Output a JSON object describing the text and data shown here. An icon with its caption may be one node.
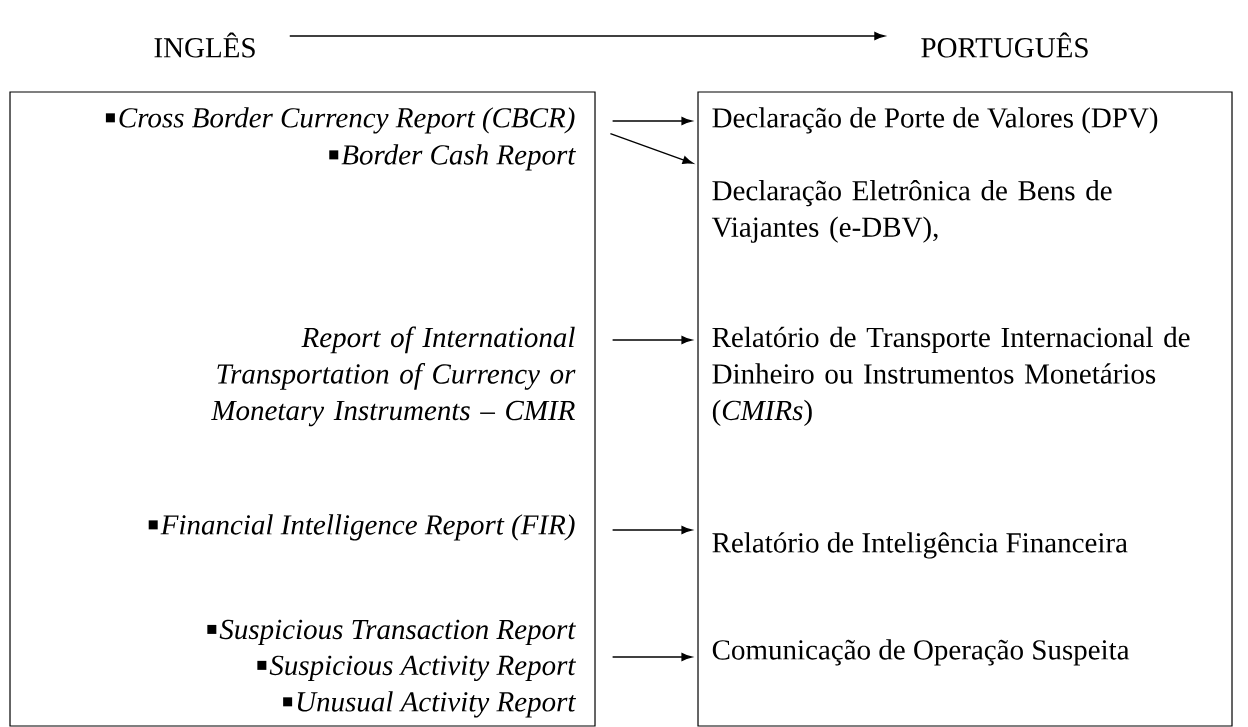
{
  "diagram": {
    "nodes": [
      {
        "text": [
          "INGLÊS"
        ]
      },
      {
        "text": [
          "PORTUGUÊS"
        ]
      },
      {
        "text": [],
        "shape": "box"
      },
      {
        "text": [
          "Cross Border Currency Report (CBCR)"
        ],
        "in": 2
      },
      {
        "text": [
          "Border Cash Report"
        ],
        "in": 2
      },
      {
        "text": [
          "Report of International Transportation of Currency or Monetary Instruments – CMIR"
        ],
        "in": 2
      },
      {
        "text": [
          "Financial Intelligence Report (FIR)"
        ],
        "in": 2
      },
      {
        "text": [
          "Suspicious Transaction Report"
        ],
        "in": 2
      },
      {
        "text": [
          "Suspicious Activity Report"
        ],
        "in": 2
      },
      {
        "text": [
          "Unusual Activity Report"
        ],
        "in": 2
      },
      {
        "text": [],
        "shape": "box"
      },
      {
        "text": [
          "Declaração de Porte de Valores (DPV)"
        ],
        "in": 10
      },
      {
        "text": [
          "Declaração Eletrônica de Bens de Viajantes (e-DBV),"
        ],
        "in": 10
      },
      {
        "text": [
          "Relatório de Transporte Internacional de Dinheiro ou Instrumentos Monetários (*CMIRs*)"
        ],
        "in": 10
      },
      {
        "text": [
          "Relatório de Inteligência Financeira"
        ],
        "in": 10
      },
      {
        "text": [
          "Comunicação de Operação Suspeita"
        ],
        "in": 10
      }
    ],
    "edges": [
      {
        "from": 0,
        "to": 1,
        "arrow": "to"
      },
      {
        "from": 3,
        "to": 11,
        "arrow": "to"
      },
      {
        "from": 3,
        "to": 12,
        "arrow": "to"
      },
      {
        "from": 5,
        "to": 13,
        "arrow": "to"
      },
      {
        "from": 6,
        "to": 14,
        "arrow": "to"
      },
      {
        "from": 8,
        "to": 15,
        "arrow": "to"
      }
    ]
  }
}
